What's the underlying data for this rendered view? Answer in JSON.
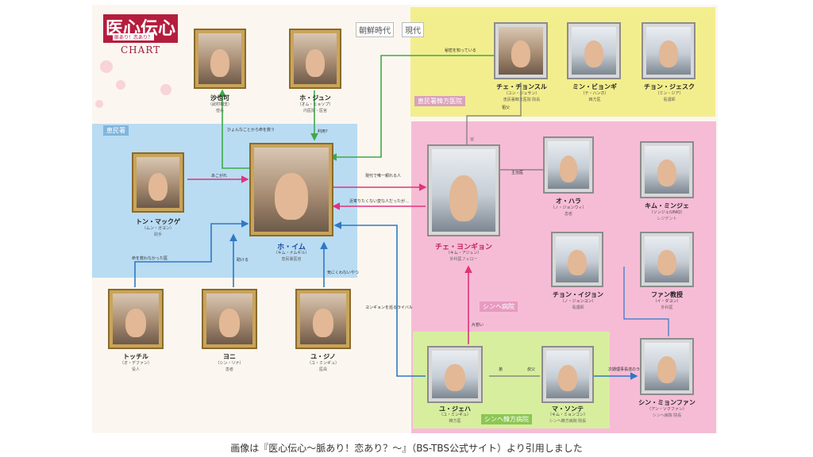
{
  "logo": {
    "title": "医心伝心",
    "subtitle": "脈あり！恋あり？",
    "chart_word": "CHART"
  },
  "era_tag": {
    "joseon": "朝鮮時代",
    "modern": "現代"
  },
  "areas": {
    "hyeminseo": "恵民署",
    "hyeminseo_clinic": "恵民署韓方医院",
    "shinhye_hospital": "シンヘ病院",
    "shinhye_hanbang": "シンヘ韓方病院"
  },
  "people": {
    "samgaekhyeon": {
      "name": "沙也可",
      "actor": "（武村相支）",
      "role": "僧兵"
    },
    "hojun": {
      "name": "ホ・ジュン",
      "actor": "（オム・ヒョソプ）",
      "role": "内医院・医官"
    },
    "tonmakke": {
      "name": "トン・マックゲ",
      "actor": "（ムン・ガヨン）",
      "role": "助手"
    },
    "hoim": {
      "name": "ホ・イム",
      "actor": "（キム・ナムギル）",
      "role": "恵民署医官"
    },
    "tokchil": {
      "name": "トッチル",
      "actor": "（オ・デファン）",
      "role": "役人"
    },
    "yoni": {
      "name": "ヨニ",
      "actor": "（シン・リナ）",
      "role": "患者"
    },
    "yujino": {
      "name": "ユ・ジノ",
      "actor": "（ユ・ミンギュ）",
      "role": "医員"
    },
    "choechonsul": {
      "name": "チェ・チョンスル",
      "actor": "（ユン・ジュサン）",
      "role": "恵民署韓方医院 院長"
    },
    "minbyongi": {
      "name": "ミン・ビョンギ",
      "actor": "（テ・ハンホ）",
      "role": "韓方医"
    },
    "chonjaesuk": {
      "name": "チョン・ジェスク",
      "actor": "（ミン・ジア）",
      "role": "看護師"
    },
    "choeyongyon": {
      "name": "チェ・ヨンギョン",
      "actor": "（キム・アジュン）",
      "role": "外科医フェロー"
    },
    "ohara": {
      "name": "オ・ハラ",
      "actor": "（ノ・ジョンウィ）",
      "role": "患者"
    },
    "kimminje": {
      "name": "キム・ミンジェ",
      "actor": "（ソンジェ/UNIQ）",
      "role": "レジデント"
    },
    "chonijon": {
      "name": "チョン・イジョン",
      "actor": "（ノ・ジョンヨン）",
      "role": "看護師"
    },
    "fankyoju": {
      "name": "ファン教授",
      "actor": "（イ・ダヨン）",
      "role": "外科医"
    },
    "yujeha": {
      "name": "ユ・ジェハ",
      "actor": "（ユ・ミンギュ）",
      "role": "韓方医"
    },
    "masonje": {
      "name": "マ・ソンテ",
      "actor": "（キム・ミョンゴン）",
      "role": "シンヘ韓方病院 院長"
    },
    "shinmyonfan": {
      "name": "シン・ミョンファン",
      "actor": "（アン・ソクファン）",
      "role": "シンヘ病院 院長"
    }
  },
  "relations": {
    "saved": "ひょんなことから命を救う",
    "use": "利用?",
    "yearns": "あこがれ",
    "secret": "秘密を知っている",
    "grandfather": "祖父",
    "father": "父",
    "attending": "主治医",
    "only_one": "現代で唯一頼れる人",
    "strange": "近寄りたくない変な人だったが…",
    "hate_wish": "命を救わなかった医",
    "help": "助ける",
    "dislike": "気にくわないやつ",
    "rival": "ヨンギョンを巡るライバル",
    "onesided": "片想い",
    "junior": "弟",
    "uncle": "叔父",
    "next_director": "次期理事長達のライバル"
  },
  "caption": "画像は『医心伝心〜脈あり！恋あり？〜』（BS-TBS公式サイト）より引用しました",
  "colors": {
    "arrow_pink": "#e0337a",
    "arrow_blue": "#2f78c4",
    "arrow_green": "#3ea94a",
    "line_gray": "#777777"
  }
}
